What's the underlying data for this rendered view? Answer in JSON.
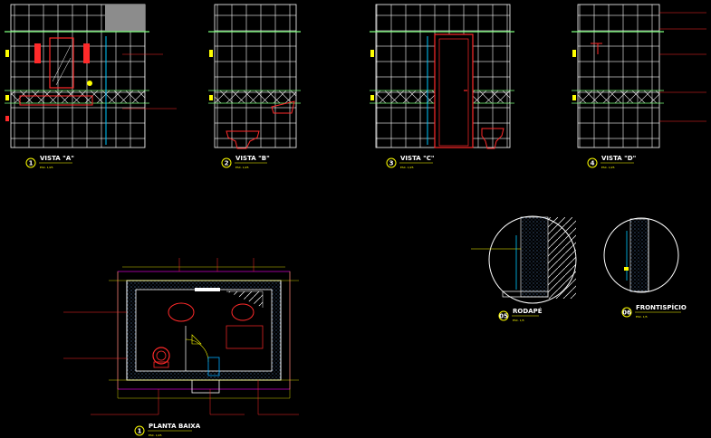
{
  "drawing": {
    "background": "#000000",
    "colors": {
      "wall": "#ffffff",
      "tile": "#ffffff",
      "accent_green": "#7cff7c",
      "accent_red": "#ff2a2a",
      "accent_yellow": "#ffff00",
      "accent_magenta": "#ff00ff",
      "accent_cyan": "#00c8ff",
      "hatch": "#00aaff"
    }
  },
  "views": [
    {
      "id": "A",
      "number": "1",
      "title": "VISTA \"A\"",
      "scale": "ESC. 1/25"
    },
    {
      "id": "B",
      "number": "2",
      "title": "VISTA \"B\"",
      "scale": "ESC. 1/25"
    },
    {
      "id": "C",
      "number": "3",
      "title": "VISTA \"C\"",
      "scale": "ESC. 1/25"
    },
    {
      "id": "D",
      "number": "4",
      "title": "VISTA \"D\"",
      "scale": "ESC. 1/25"
    }
  ],
  "details": [
    {
      "id": "rodape",
      "number": "05",
      "title": "RODAPÉ",
      "scale": "ESC. 1/5"
    },
    {
      "id": "frontispicio",
      "number": "06",
      "title": "FRONTISPÍCIO",
      "scale": "ESC. 1/5"
    }
  ],
  "plan": {
    "number": "1",
    "title": "PLANTA BAIXA",
    "scale": "ESC. 1/25"
  }
}
